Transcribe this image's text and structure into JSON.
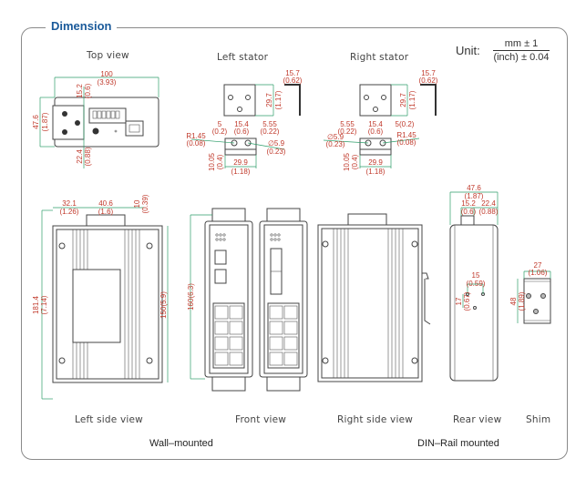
{
  "header": {
    "title": "Dimension"
  },
  "unit": {
    "label": "Unit:",
    "numerator": "mm ± 1",
    "denominator": "(inch) ± 0.04"
  },
  "views": {
    "top": {
      "label": "Top view",
      "dims": {
        "width": "100",
        "width_in": "(3.93)",
        "height": "47.6",
        "height_in": "(1.87)",
        "top_offset": "15.2",
        "top_offset_in": "(0.6)",
        "bottom_offset": "22.4",
        "bottom_offset_in": "(0.88)"
      }
    },
    "left_stator": {
      "label": "Left stator",
      "dims": {
        "height": "29.7",
        "height_in": "(1.17)",
        "flange": "15.7",
        "flange_in": "(0.62)",
        "a": "5",
        "a_in": "(0.2)",
        "b": "15.4",
        "b_in": "(0.6)",
        "c": "5.55",
        "c_in": "(0.22)",
        "radius": "R1.45",
        "radius_in": "(0.08)",
        "hole": "∅5.9",
        "hole_in": "(0.23)",
        "depth": "10.05",
        "depth_in": "(0.4)",
        "width": "29.9",
        "width_in": "(1.18)"
      }
    },
    "right_stator": {
      "label": "Right stator",
      "dims": {
        "height": "29.7",
        "height_in": "(1.17)",
        "flange": "15.7",
        "flange_in": "(0.62)",
        "a": "5.55",
        "a_in": "(0.22)",
        "b": "15.4",
        "b_in": "(0.6)",
        "c": "5(0.2)",
        "radius": "R1.45",
        "radius_in": "(0.08)",
        "hole": "∅5.9",
        "hole_in": "(0.23)",
        "depth": "10.05",
        "depth_in": "(0.4)",
        "width": "29.9",
        "width_in": "(1.18)"
      }
    },
    "left_side": {
      "label": "Left side view",
      "dims": {
        "a": "32.1",
        "a_in": "(1.26)",
        "b": "40.6",
        "b_in": "(1.6)",
        "c": "10",
        "c_in": "(0.39)",
        "total": "181.4",
        "total_in": "(7.14)",
        "body": "150(5.9)"
      }
    },
    "front": {
      "label": "Front view",
      "dims": {
        "height": "160(6.3)"
      }
    },
    "right_side": {
      "label": "Right side view"
    },
    "rear": {
      "label": "Rear view",
      "dims": {
        "width": "47.6",
        "width_in": "(1.87)",
        "a": "15.2",
        "a_in": "(0.6)",
        "b": "22.4",
        "b_in": "(0.88)",
        "hole_h": "15",
        "hole_h_in": "(0.59)",
        "hole_v": "17",
        "hole_v_in": "(0.67)"
      }
    },
    "shim": {
      "label": "Shim",
      "dims": {
        "width": "27",
        "width_in": "(1.06)",
        "height": "48",
        "height_in": "(1.89)"
      }
    }
  },
  "mount_labels": {
    "wall": "Wall–mounted",
    "din": "DIN–Rail mounted"
  }
}
